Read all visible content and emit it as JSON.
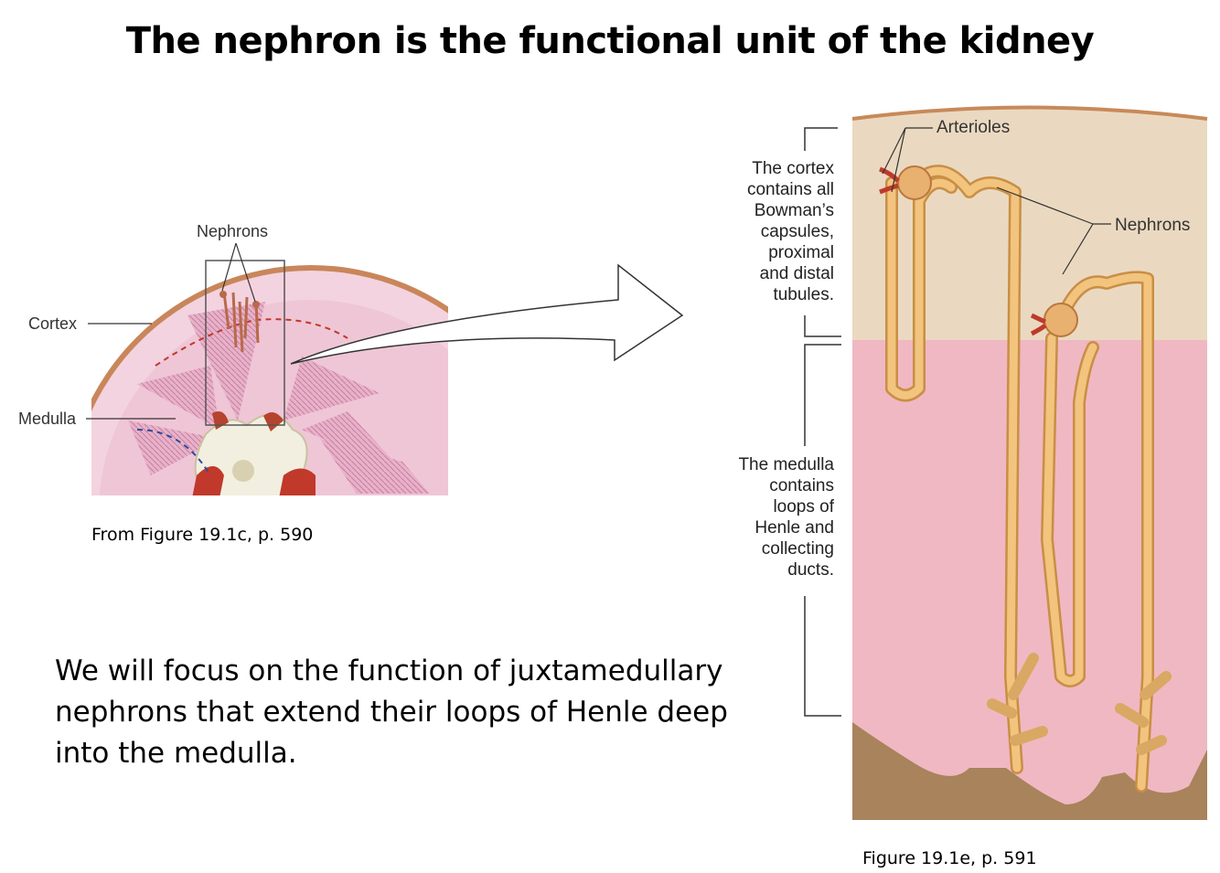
{
  "title": "The nephron is the functional unit of the kidney",
  "left_figure": {
    "labels": {
      "nephrons": "Nephrons",
      "cortex": "Cortex",
      "medulla": "Medulla"
    },
    "caption": "From Figure 19.1c, p. 590"
  },
  "right_figure": {
    "labels": {
      "arterioles": "Arterioles",
      "nephrons": "Nephrons"
    },
    "cortex_note": "The cortex\ncontains all\nBowman’s\ncapsules,\nproximal\nand distal\ntubules.",
    "medulla_note": "The medulla\ncontains\nloops of\nHenle and\ncollecting\nducts.",
    "caption": "Figure 19.1e, p. 591"
  },
  "body_text": "We will focus on the function of juxtamedullary nephrons that extend their loops of Henle deep into the medulla.",
  "colors": {
    "cortex": "#ead9c0",
    "medulla": "#f0b8c2",
    "pelvis": "#a8835c",
    "tubule": "#f2c47e",
    "tubule_edge": "#c98e45",
    "kidney_pink": "#e8b8cc",
    "capsule": "#d7a070"
  }
}
